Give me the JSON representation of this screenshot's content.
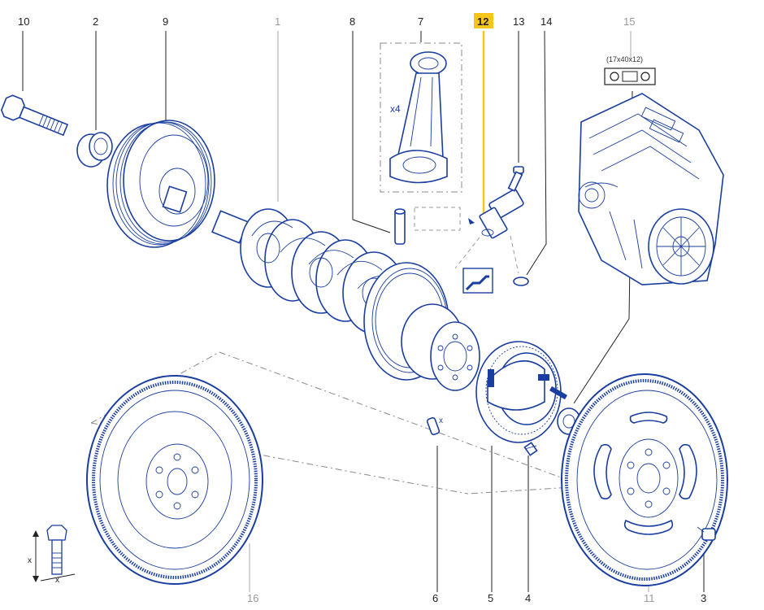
{
  "callouts": {
    "c1": "1",
    "c2": "2",
    "c3": "3",
    "c4": "4",
    "c5": "5",
    "c6": "6",
    "c7": "7",
    "c8": "8",
    "c9": "9",
    "c10": "10",
    "c11": "11",
    "c12": "12",
    "c13": "13",
    "c14": "14",
    "c15": "15",
    "c16": "16"
  },
  "highlighted_callout": "12",
  "conrod_quantity": "x4",
  "shim_size": "(17x40x12)",
  "dimension_x": "x",
  "colors": {
    "line_art": "#1a3ea0",
    "highlight": "#f5c518",
    "leader": "#222222",
    "dashed": "#888888"
  }
}
